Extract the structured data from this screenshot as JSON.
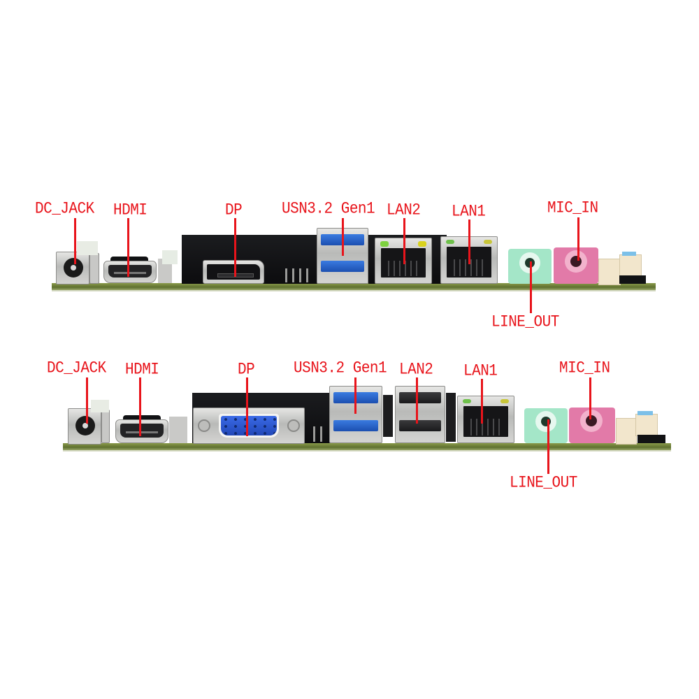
{
  "figure": {
    "description": "Rear I/O panel comparison of two mini-ITX motherboard variants",
    "label_color": "#e8141b"
  },
  "boards": [
    {
      "id": "top",
      "labels": {
        "dc_jack": "DC_JACK",
        "hdmi": "HDMI",
        "dp": "DP",
        "usb": "USN3.2 Gen1",
        "lan2": "LAN2",
        "lan1": "LAN1",
        "mic_in": "MIC_IN",
        "line_out": "LINE_OUT"
      },
      "connectors": [
        "dc-jack",
        "hdmi-port",
        "displayport",
        "usb3-dual-blue",
        "rj45-lan2",
        "rj45-lan1",
        "audio-line-out-green",
        "audio-mic-in-pink"
      ]
    },
    {
      "id": "bottom",
      "labels": {
        "dc_jack": "DC_JACK",
        "hdmi": "HDMI",
        "dp": "DP",
        "usb": "USN3.2 Gen1",
        "lan2": "LAN2",
        "lan1": "LAN1",
        "mic_in": "MIC_IN",
        "line_out": "LINE_OUT"
      },
      "connectors": [
        "dc-jack",
        "hdmi-port",
        "vga-db15-blue",
        "usb3-dual-blue",
        "usb2-dual-black",
        "rj45-lan1",
        "audio-line-out-green",
        "audio-mic-in-pink"
      ]
    }
  ],
  "colors": {
    "usb3_blue": "#2a63d0",
    "vga_blue": "#2f5fd6",
    "line_out_green": "#9fe0c4",
    "mic_in_pink": "#e07aa8",
    "pcb_green": "#6b7c36",
    "led_green": "#7dd13f",
    "led_yellow": "#d9d21e"
  }
}
